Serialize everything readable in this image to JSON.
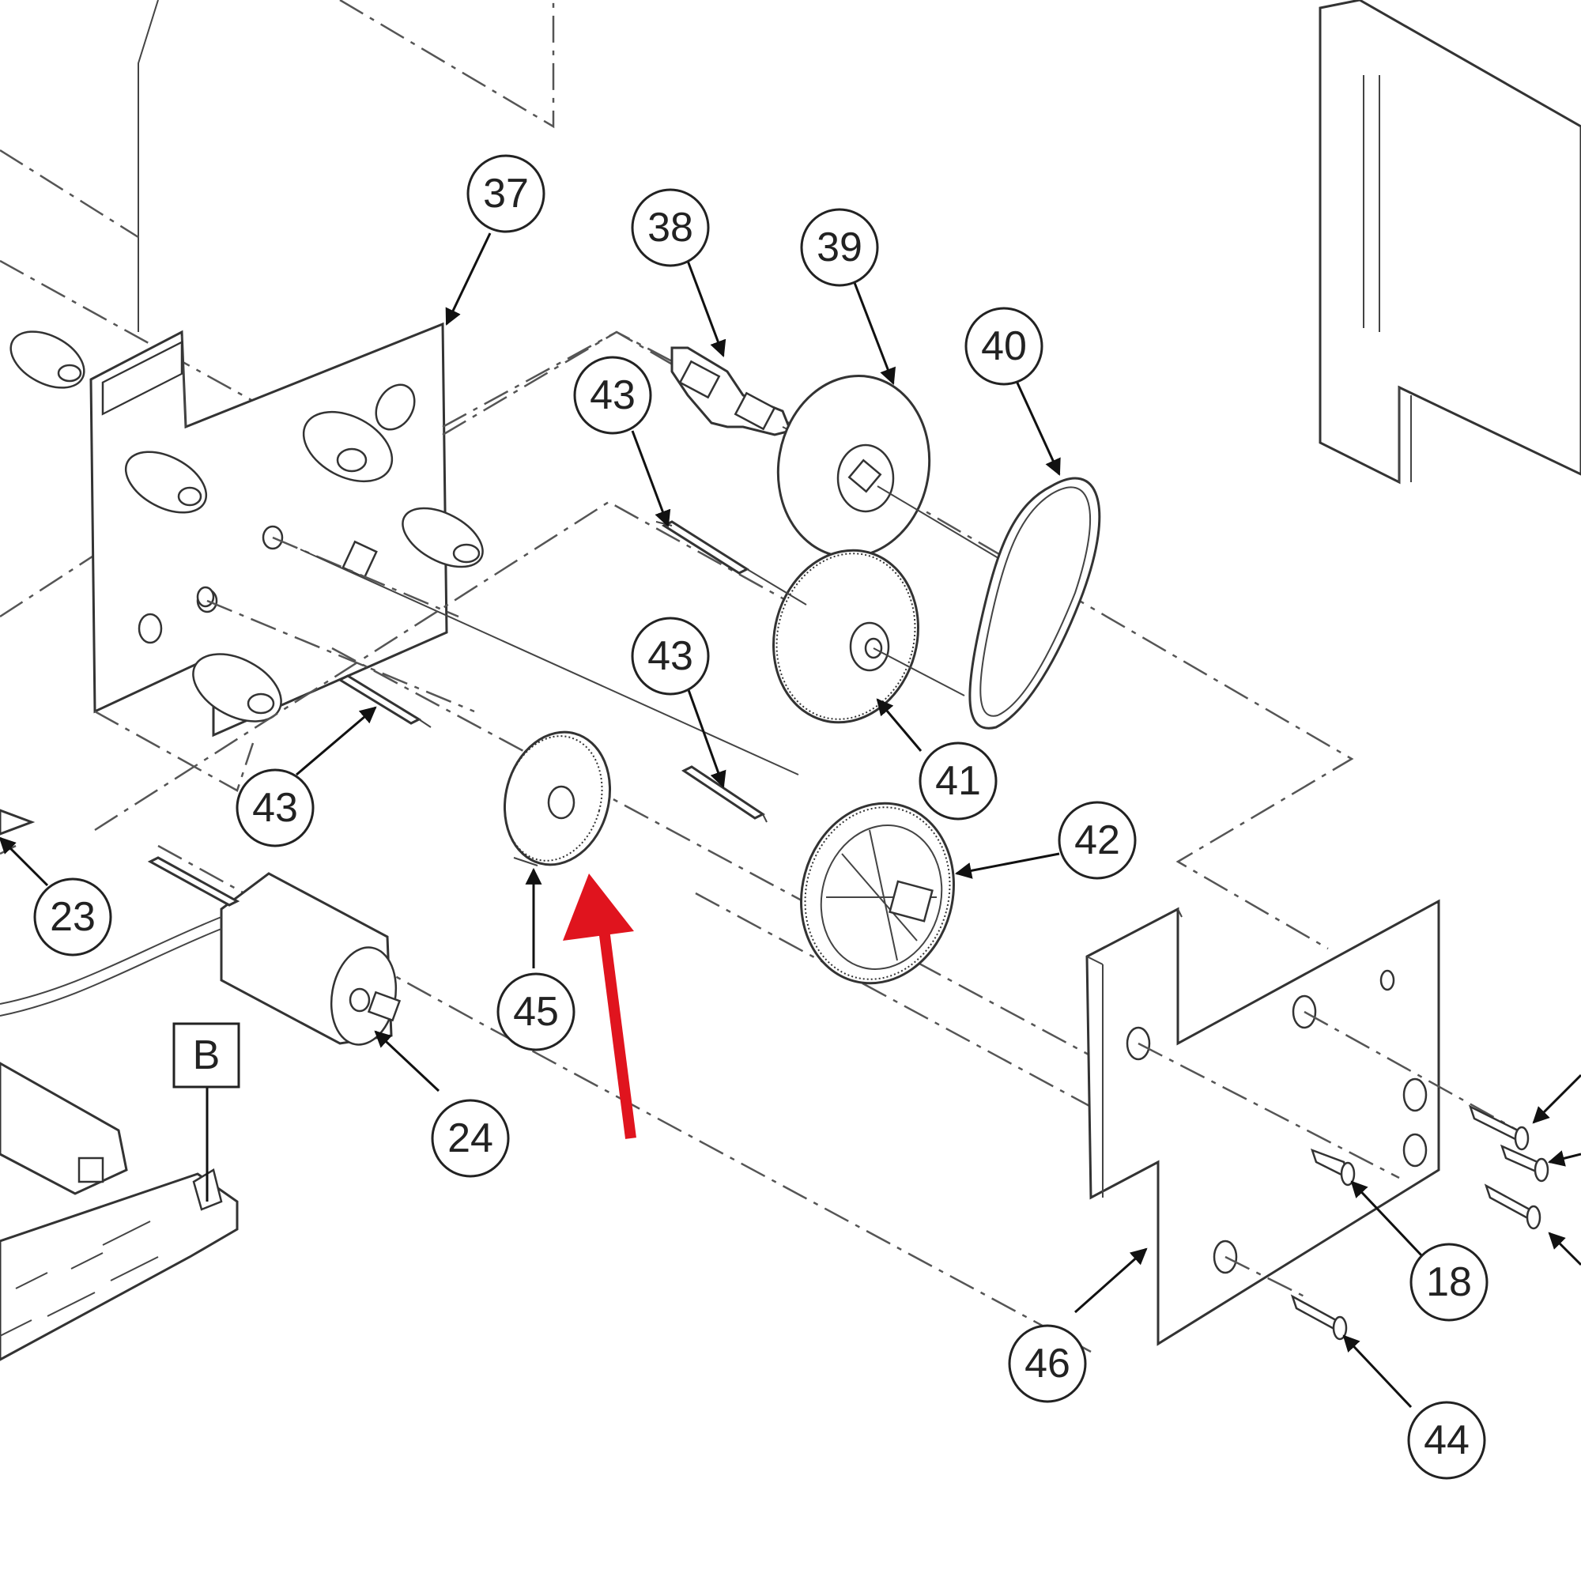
{
  "callouts": [
    {
      "id": "c37",
      "label": "37"
    },
    {
      "id": "c38",
      "label": "38"
    },
    {
      "id": "c39",
      "label": "39"
    },
    {
      "id": "c40",
      "label": "40"
    },
    {
      "id": "c43a",
      "label": "43"
    },
    {
      "id": "c43b",
      "label": "43"
    },
    {
      "id": "c43c",
      "label": "43"
    },
    {
      "id": "c41",
      "label": "41"
    },
    {
      "id": "c42",
      "label": "42"
    },
    {
      "id": "c23",
      "label": "23"
    },
    {
      "id": "c45",
      "label": "45"
    },
    {
      "id": "c24",
      "label": "24"
    },
    {
      "id": "c18",
      "label": "18"
    },
    {
      "id": "c46",
      "label": "46"
    },
    {
      "id": "c44",
      "label": "44"
    }
  ],
  "reference_box": {
    "label": "B"
  },
  "highlight": {
    "color": "#e0141e"
  },
  "colors": {
    "line": "#333333",
    "background": "#ffffff"
  }
}
